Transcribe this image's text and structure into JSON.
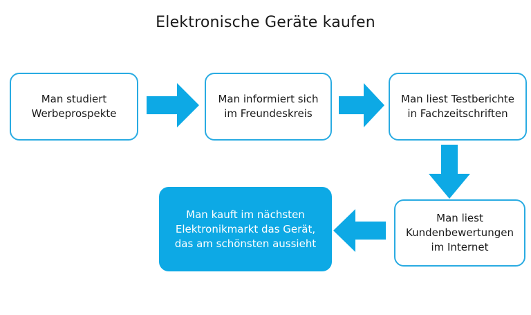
{
  "diagram": {
    "title": "Elektronische Geräte kaufen",
    "colors": {
      "accent_blue": "#0DA9E5",
      "border_blue": "#29ABE2",
      "background": "#FFFFFF",
      "text_dark": "#1A1A1A",
      "text_light": "#FFFFFF"
    },
    "nodes": [
      {
        "id": "node-1",
        "text": "Man studiert\nWerbeprospekte",
        "style": "outline"
      },
      {
        "id": "node-2",
        "text": "Man informiert sich\nim Freundeskreis",
        "style": "outline"
      },
      {
        "id": "node-3",
        "text": "Man liest Testberichte\nin Fachzeitschriften",
        "style": "outline"
      },
      {
        "id": "node-4",
        "text": "Man liest\nKundenbewertungen\nim Internet",
        "style": "outline"
      },
      {
        "id": "node-5",
        "text": "Man kauft im nächsten\nElektronikmarkt das Gerät,\ndas am schönsten aussieht",
        "style": "filled"
      }
    ],
    "arrows": [
      {
        "id": "arrow-1",
        "direction": "right",
        "from": "node-1",
        "to": "node-2",
        "icon": "arrow-right-icon"
      },
      {
        "id": "arrow-2",
        "direction": "right",
        "from": "node-2",
        "to": "node-3",
        "icon": "arrow-right-icon"
      },
      {
        "id": "arrow-3",
        "direction": "down",
        "from": "node-3",
        "to": "node-4",
        "icon": "arrow-down-icon"
      },
      {
        "id": "arrow-4",
        "direction": "left",
        "from": "node-4",
        "to": "node-5",
        "icon": "arrow-left-icon"
      }
    ]
  }
}
